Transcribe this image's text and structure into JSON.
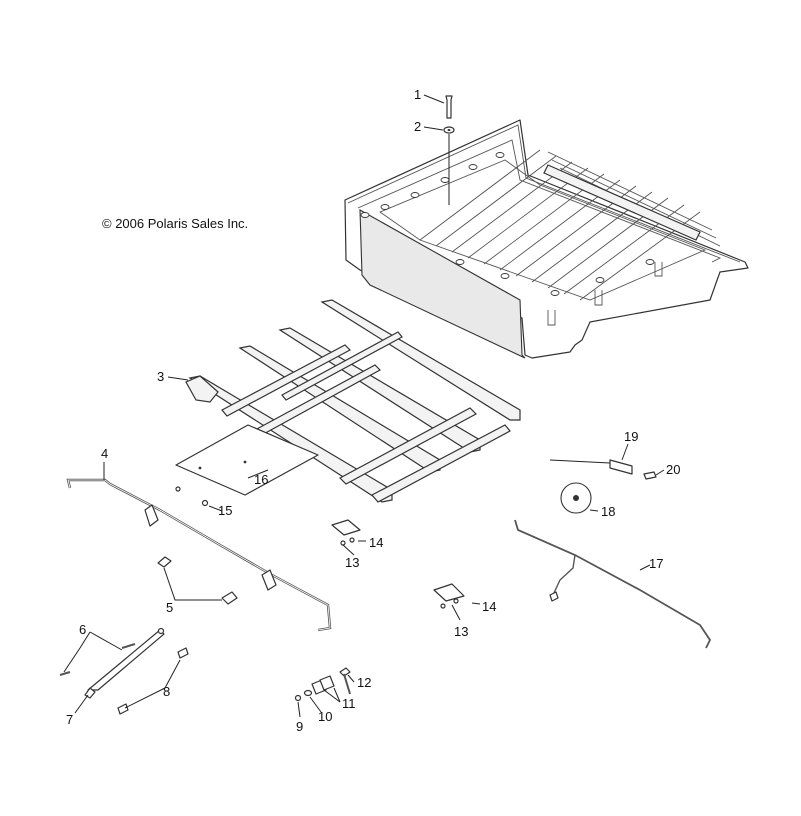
{
  "copyright": "© 2006 Polaris Sales Inc.",
  "callouts": {
    "c1": "1",
    "c2": "2",
    "c3": "3",
    "c4": "4",
    "c5": "5",
    "c6": "6",
    "c7": "7",
    "c8": "8",
    "c9": "9",
    "c10": "10",
    "c11": "11",
    "c12": "12",
    "c13a": "13",
    "c13b": "13",
    "c14a": "14",
    "c14b": "14",
    "c15": "15",
    "c16": "16",
    "c17": "17",
    "c18": "18",
    "c19": "19",
    "c20": "20"
  }
}
